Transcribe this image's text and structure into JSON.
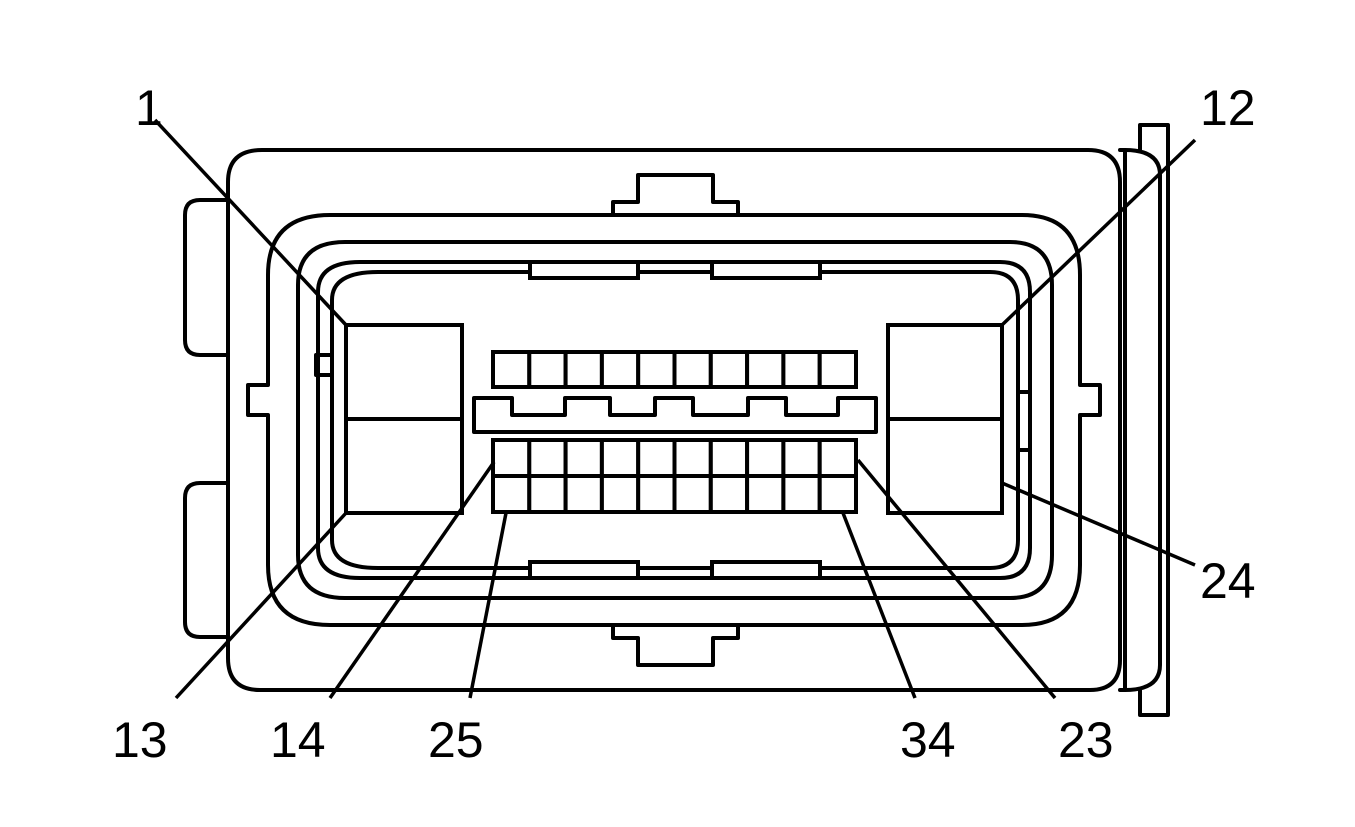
{
  "diagram": {
    "pin_labels": {
      "p1": "1",
      "p12": "12",
      "p13": "13",
      "p14": "14",
      "p25": "25",
      "p34": "34",
      "p23": "23",
      "p24": "24"
    },
    "upper_row_cavities": 10,
    "lower_grid_columns": 10,
    "lower_grid_rows": 2
  }
}
